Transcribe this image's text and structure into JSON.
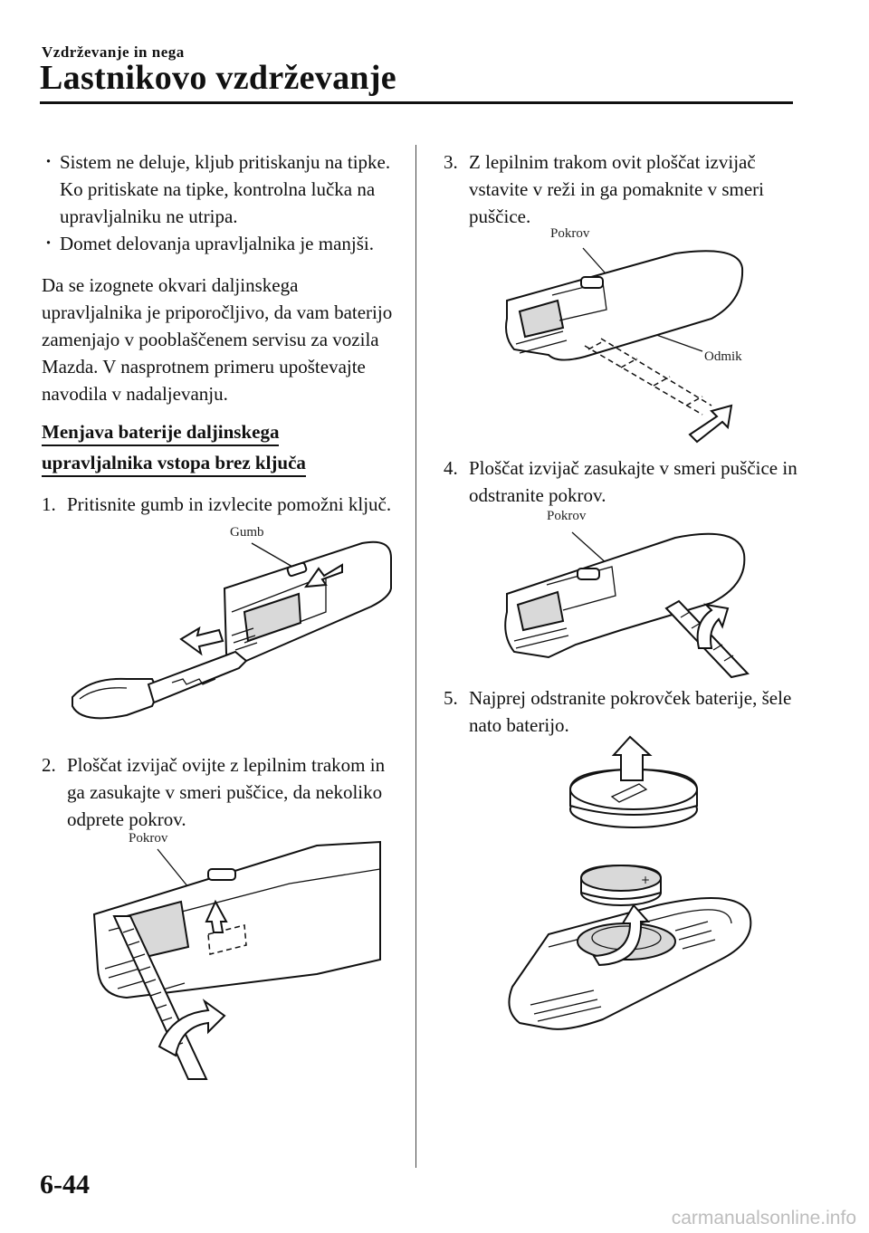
{
  "header": {
    "section": "Vzdrževanje in nega",
    "title": "Lastnikovo vzdrževanje"
  },
  "left": {
    "bullets": [
      "Sistem ne deluje, kljub pritiskanju na tipke. Ko pritiskate na tipke, kontrolna lučka na upravljalniku ne utripa.",
      "Domet delovanja upravljalnika je manjši."
    ],
    "paragraph": "Da se izognete okvari daljinskega upravljalnika je priporočljivo, da vam baterijo zamenjajo v pooblaščenem servisu za vozila Mazda. V nasprotnem primeru upoštevajte navodila v nadaljevanju.",
    "subheading_line1": "Menjava baterije daljinskega",
    "subheading_line2": "upravljalnika vstopa brez ključa",
    "step1_num": "1.",
    "step1_text": "Pritisnite gumb in izvlecite pomožni ključ.",
    "fig1_label": "Gumb",
    "step2_num": "2.",
    "step2_text": "Ploščat izvijač ovijte z lepilnim trakom in ga zasukajte v smeri puščice, da nekoliko odprete pokrov.",
    "fig2_label": "Pokrov"
  },
  "right": {
    "step3_num": "3.",
    "step3_text": "Z lepilnim trakom ovit ploščat izvijač vstavite v reži in ga pomaknite v smeri puščice.",
    "fig3_label_a": "Pokrov",
    "fig3_label_b": "Odmik",
    "step4_num": "4.",
    "step4_text": "Ploščat izvijač zasukajte v smeri puščice in odstranite pokrov.",
    "fig4_label": "Pokrov",
    "step5_num": "5.",
    "step5_text": "Najprej odstranite pokrovček baterije, šele nato baterijo."
  },
  "footer": {
    "page_number": "6-44",
    "watermark": "carmanualsonline.info"
  }
}
